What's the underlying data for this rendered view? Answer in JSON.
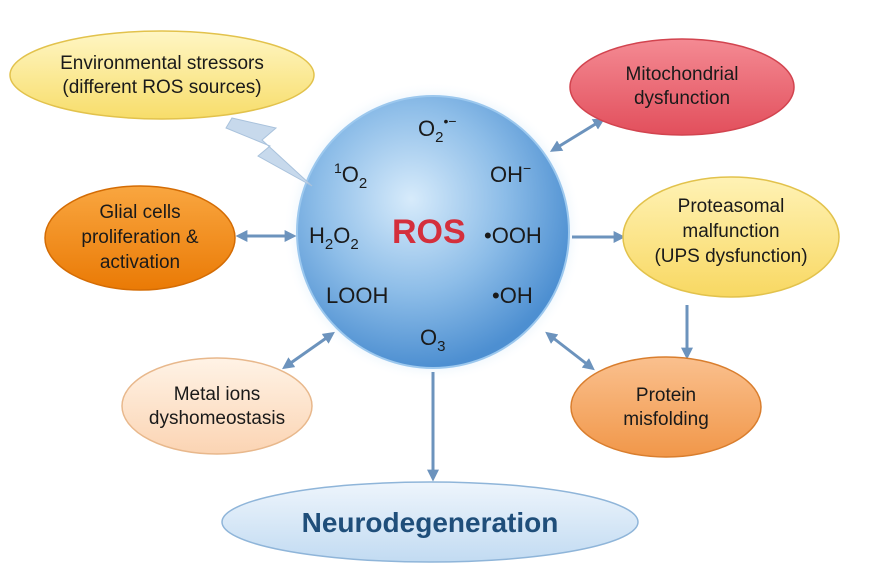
{
  "center": {
    "label": "ROS",
    "species": {
      "superoxide": {
        "base": "O",
        "sub": "2",
        "sup": "•−"
      },
      "singlet_oxygen": {
        "pre": "1",
        "base": "O",
        "sub": "2"
      },
      "hydroxide": {
        "base": "OH",
        "sup": "−"
      },
      "hydrogen_peroxide": {
        "base1": "H",
        "sub1": "2",
        "base2": "O",
        "sub2": "2"
      },
      "hydroperoxyl": "•OOH",
      "lipid_hydroperoxide": "LOOH",
      "hydroxyl_radical": "•OH",
      "ozone": {
        "base": "O",
        "sub": "3"
      }
    }
  },
  "nodes": {
    "environmental": {
      "line1": "Environmental stressors",
      "line2": "(different ROS sources)"
    },
    "mitochondrial": {
      "line1": "Mitochondrial",
      "line2": "dysfunction"
    },
    "glial": {
      "line1": "Glial cells",
      "line2": "proliferation &",
      "line3": "activation"
    },
    "proteasomal": {
      "line1": "Proteasomal",
      "line2": "malfunction",
      "line3": "(UPS dysfunction)"
    },
    "metal": {
      "line1": "Metal ions",
      "line2": "dyshomeostasis"
    },
    "protein": {
      "line1": "Protein",
      "line2": "misfolding"
    },
    "neuro": {
      "label": "Neurodegeneration"
    }
  },
  "colors": {
    "ros_text": "#d42f3c",
    "environmental_fill": "#fbe98b",
    "mitochondrial_fill": "#ea6470",
    "glial_fill": "#f28a12",
    "proteasomal_fill": "#fbe07a",
    "metal_fill": "#fde3cc",
    "protein_fill": "#f5a864",
    "neuro_fill": "#cfe2f4",
    "neuro_text": "#1f4e7a",
    "arrow": "#6c93bd",
    "lightning": "#bfd2e6"
  },
  "icons": {
    "lightning": "lightning-bolt-icon"
  }
}
